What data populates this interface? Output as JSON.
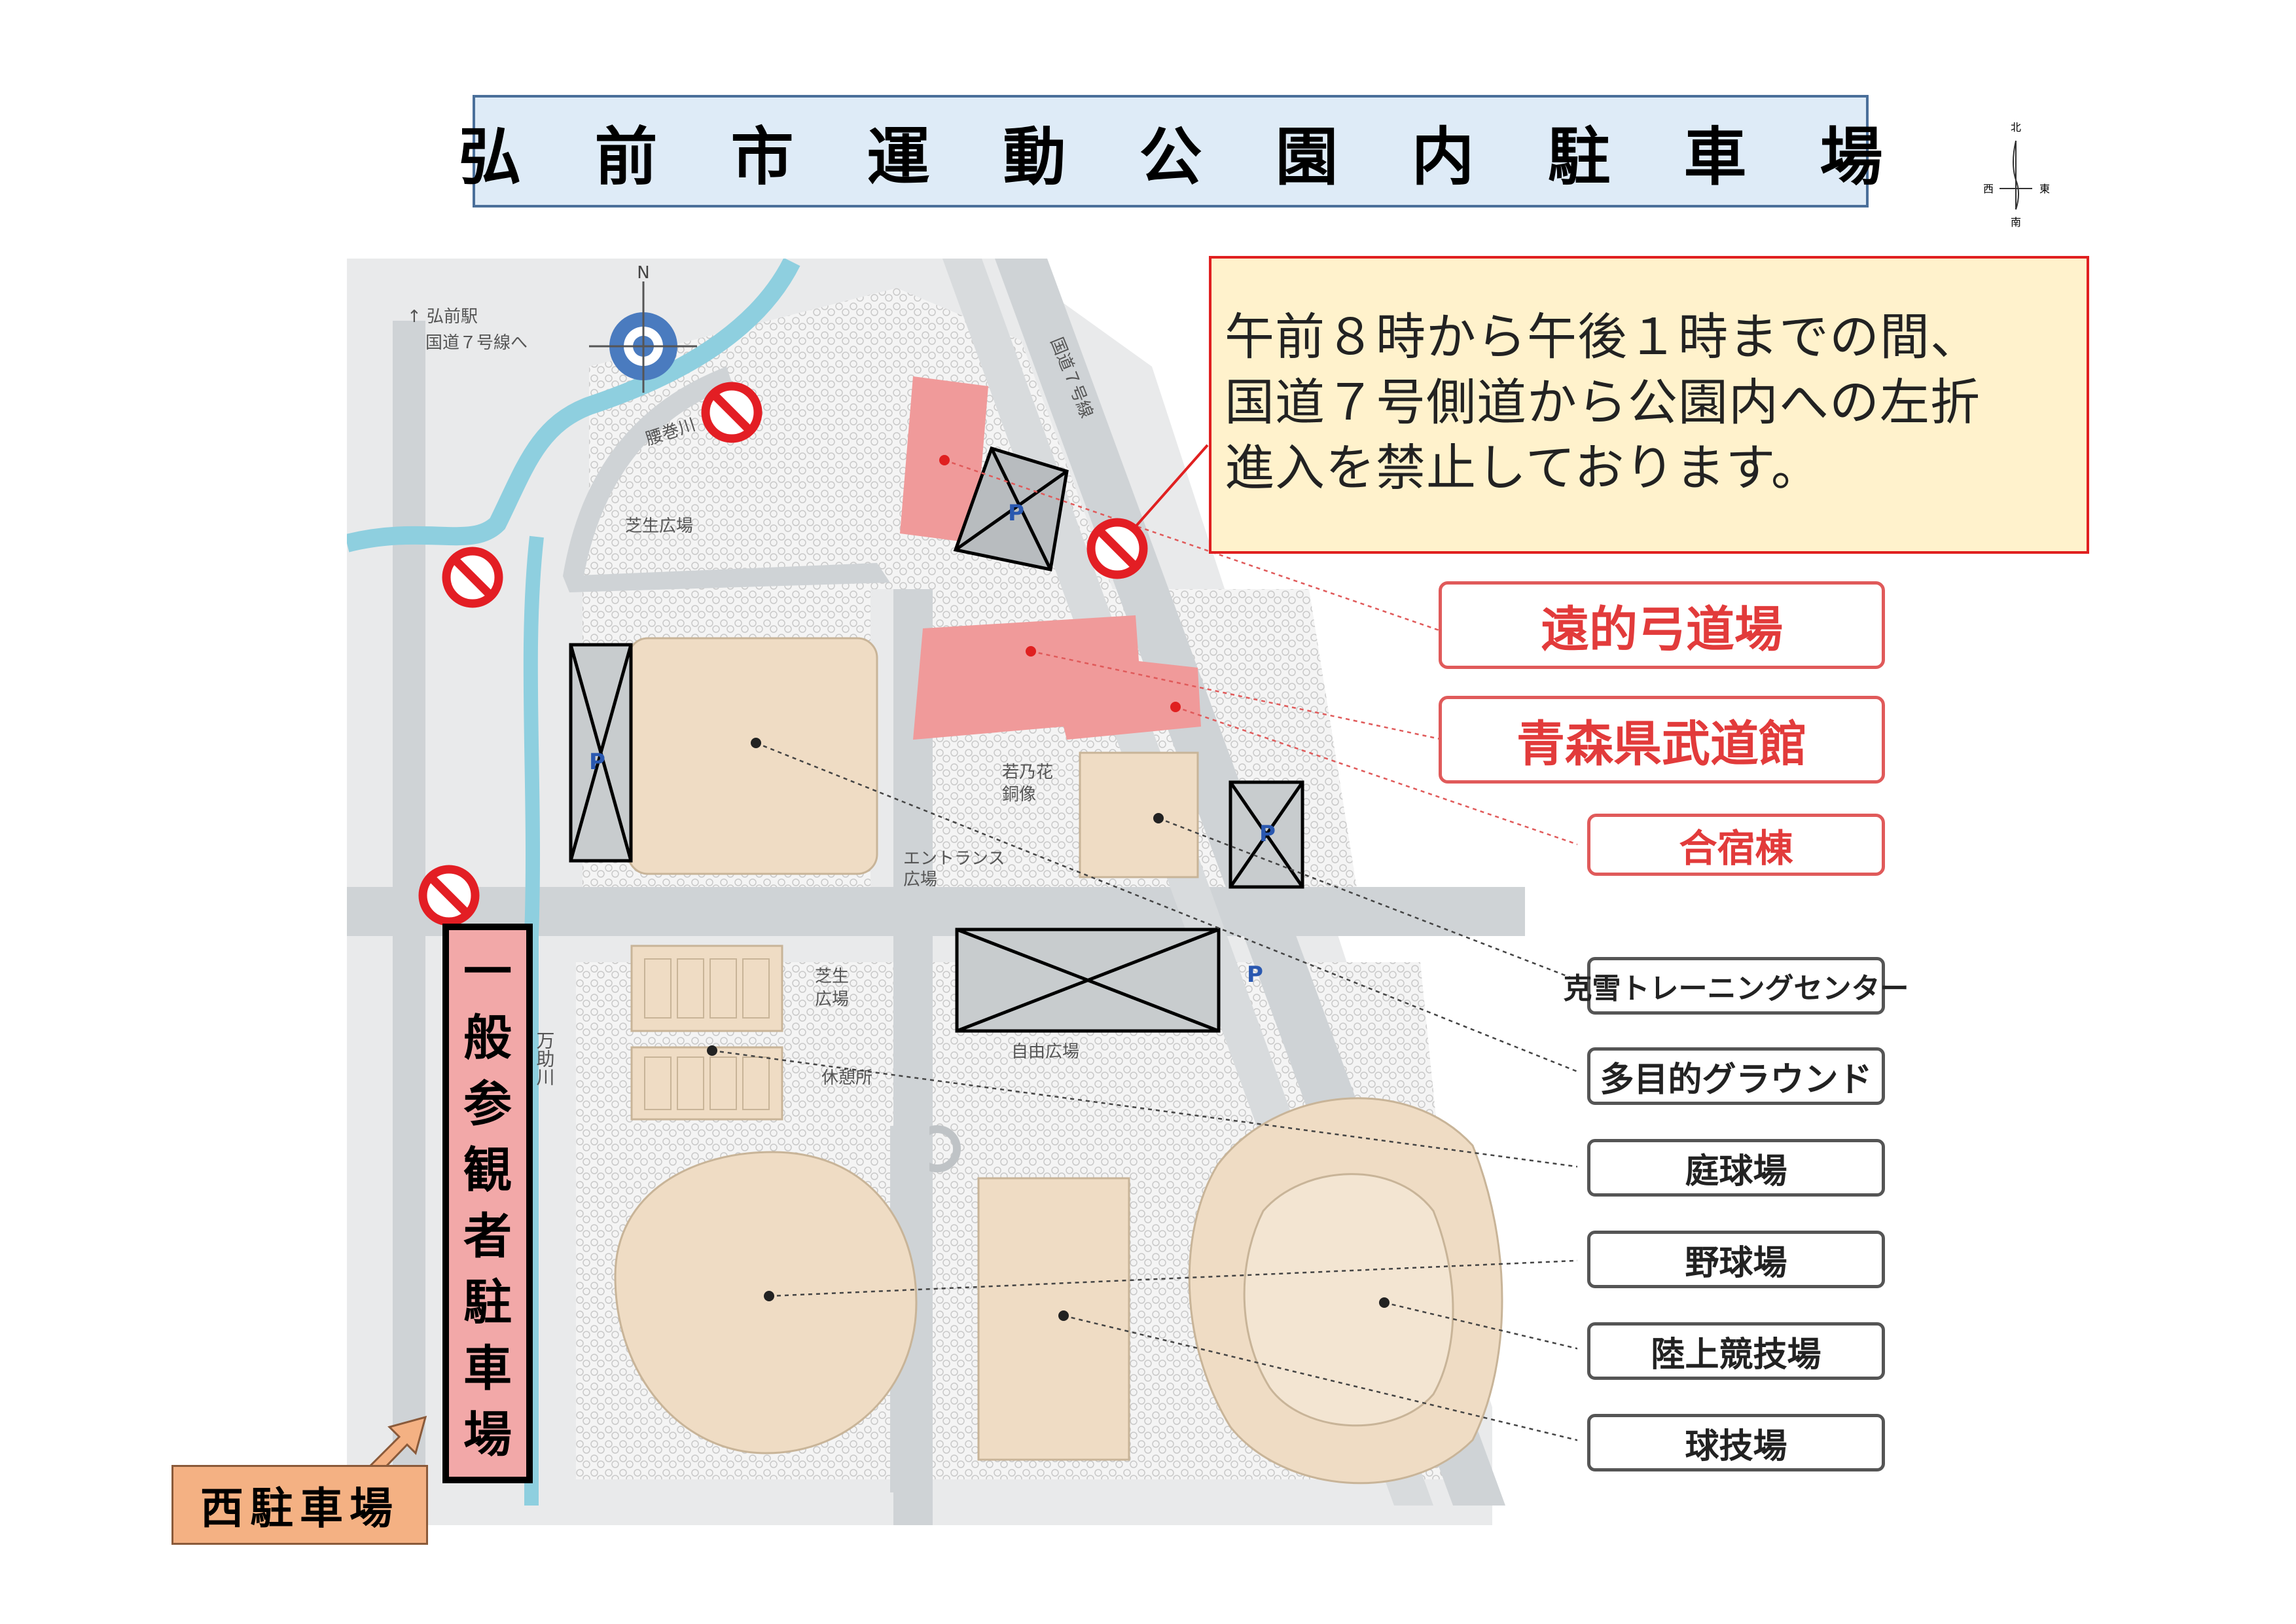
{
  "title": "弘前市運動公園内駐車場",
  "notice": {
    "lines": [
      "午前８時から午後１時までの間、",
      "国道７号側道から公園内への左折",
      "進入を禁止しております。"
    ]
  },
  "labels": {
    "kyudo": "遠的弓道場",
    "budokan": "青森県武道館",
    "gasshuku": "合宿棟",
    "training": "克雪トレーニングセンター",
    "tamokuteki": "多目的グラウンド",
    "teikyu": "庭球場",
    "yakyu": "野球場",
    "rikujo": "陸上競技場",
    "kyugi": "球技場"
  },
  "general_parking": [
    "一",
    "般",
    "参",
    "観",
    "者",
    "駐",
    "車",
    "場"
  ],
  "west_parking": "西駐車場",
  "map_text": {
    "station_1": "↑ 弘前駅",
    "station_2": "国道７号線へ",
    "river_1": "腰巻川",
    "river_2": "万助川",
    "bypass": "国道７号線",
    "lawn_1": "芝生広場",
    "lawn_2a": "芝生",
    "lawn_2b": "広場",
    "statue_a": "若乃花",
    "statue_b": "銅像",
    "entrance_a": "エントランス",
    "entrance_b": "広場",
    "free_plaza": "自由広場",
    "rest": "休憩所",
    "parking_mark": "P",
    "north": "N"
  },
  "compass_small": {
    "n": "北",
    "w": "西",
    "e": "東",
    "s": "南"
  },
  "colors": {
    "building_red": "#f09a9a",
    "field_tan": "#efdcc4",
    "road_gray": "#cfd3d6",
    "river_blue": "#8ecfdf",
    "no_entry_red": "#e31e24"
  }
}
